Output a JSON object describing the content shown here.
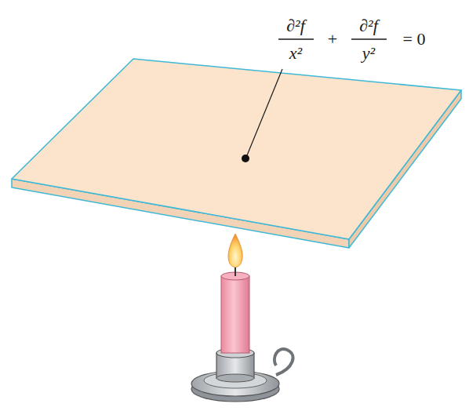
{
  "diagram": {
    "labels": [
      "∂²f",
      "x²",
      "+",
      "∂²f",
      "y²",
      "= 0"
    ]
  }
}
